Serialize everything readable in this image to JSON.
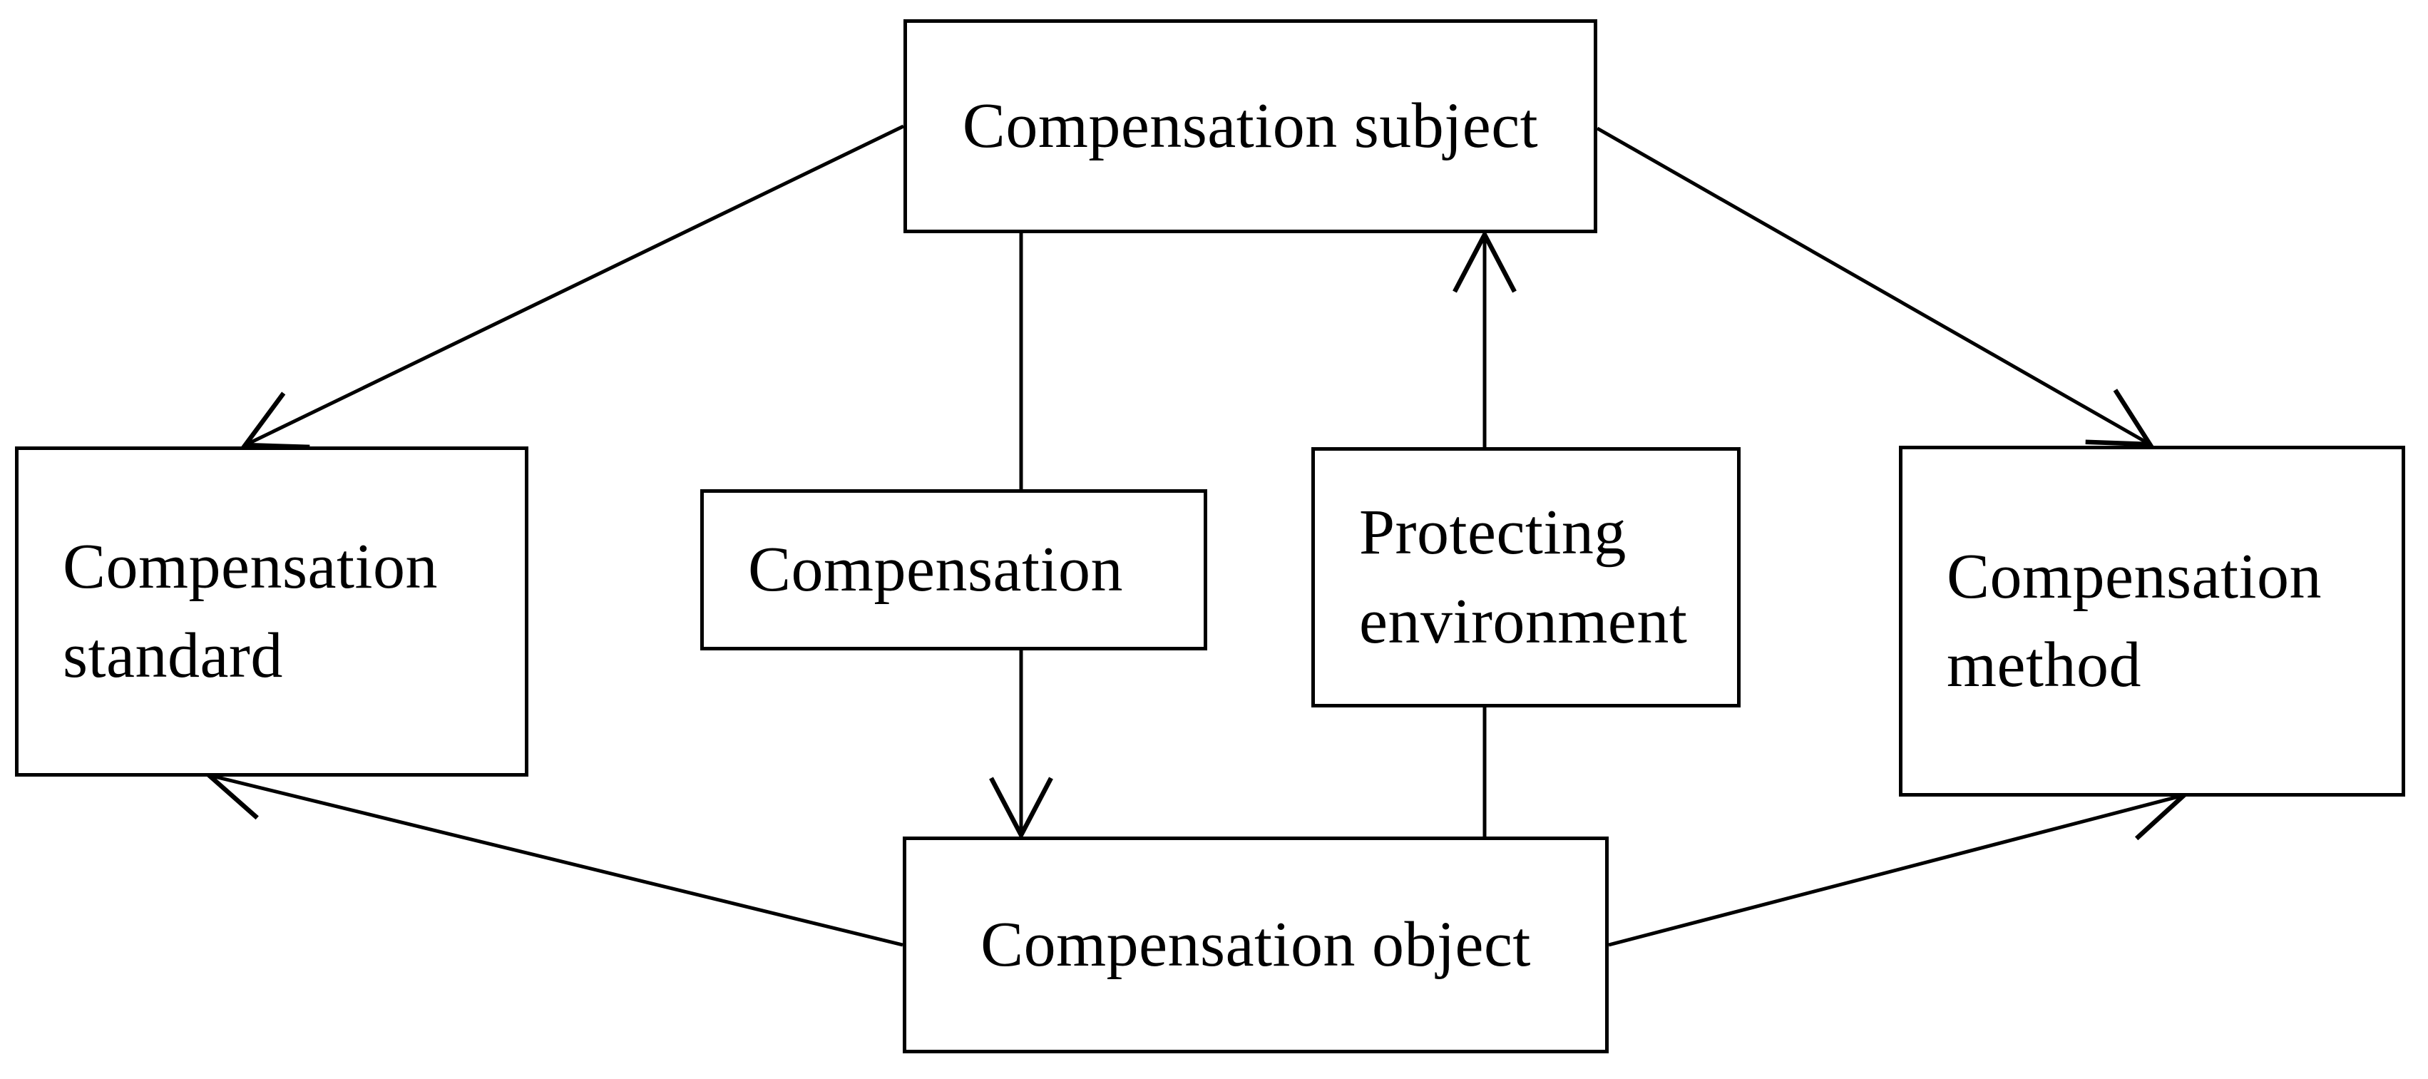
{
  "diagram": {
    "background_color": "#ffffff",
    "line_color": "#000000",
    "box_fill_color": "#ffffff",
    "nodes": [
      {
        "id": "subject",
        "label": "Compensation subject"
      },
      {
        "id": "standard",
        "label": "Compensation\nstandard"
      },
      {
        "id": "compensation",
        "label": "Compensation"
      },
      {
        "id": "environment",
        "label": "Protecting\nenvironment"
      },
      {
        "id": "method",
        "label": "Compensation\nmethod"
      },
      {
        "id": "object",
        "label": "Compensation object"
      }
    ],
    "edges": [
      {
        "from": "subject",
        "to": "standard",
        "type": "arrow"
      },
      {
        "from": "subject",
        "to": "method",
        "type": "arrow"
      },
      {
        "from": "subject",
        "to": "object",
        "type": "arrow",
        "passes_behind": "compensation"
      },
      {
        "from": "object",
        "to": "subject",
        "type": "arrow",
        "passes_behind": "environment"
      },
      {
        "from": "object",
        "to": "standard",
        "type": "arrow"
      },
      {
        "from": "object",
        "to": "method",
        "type": "arrow"
      }
    ]
  }
}
